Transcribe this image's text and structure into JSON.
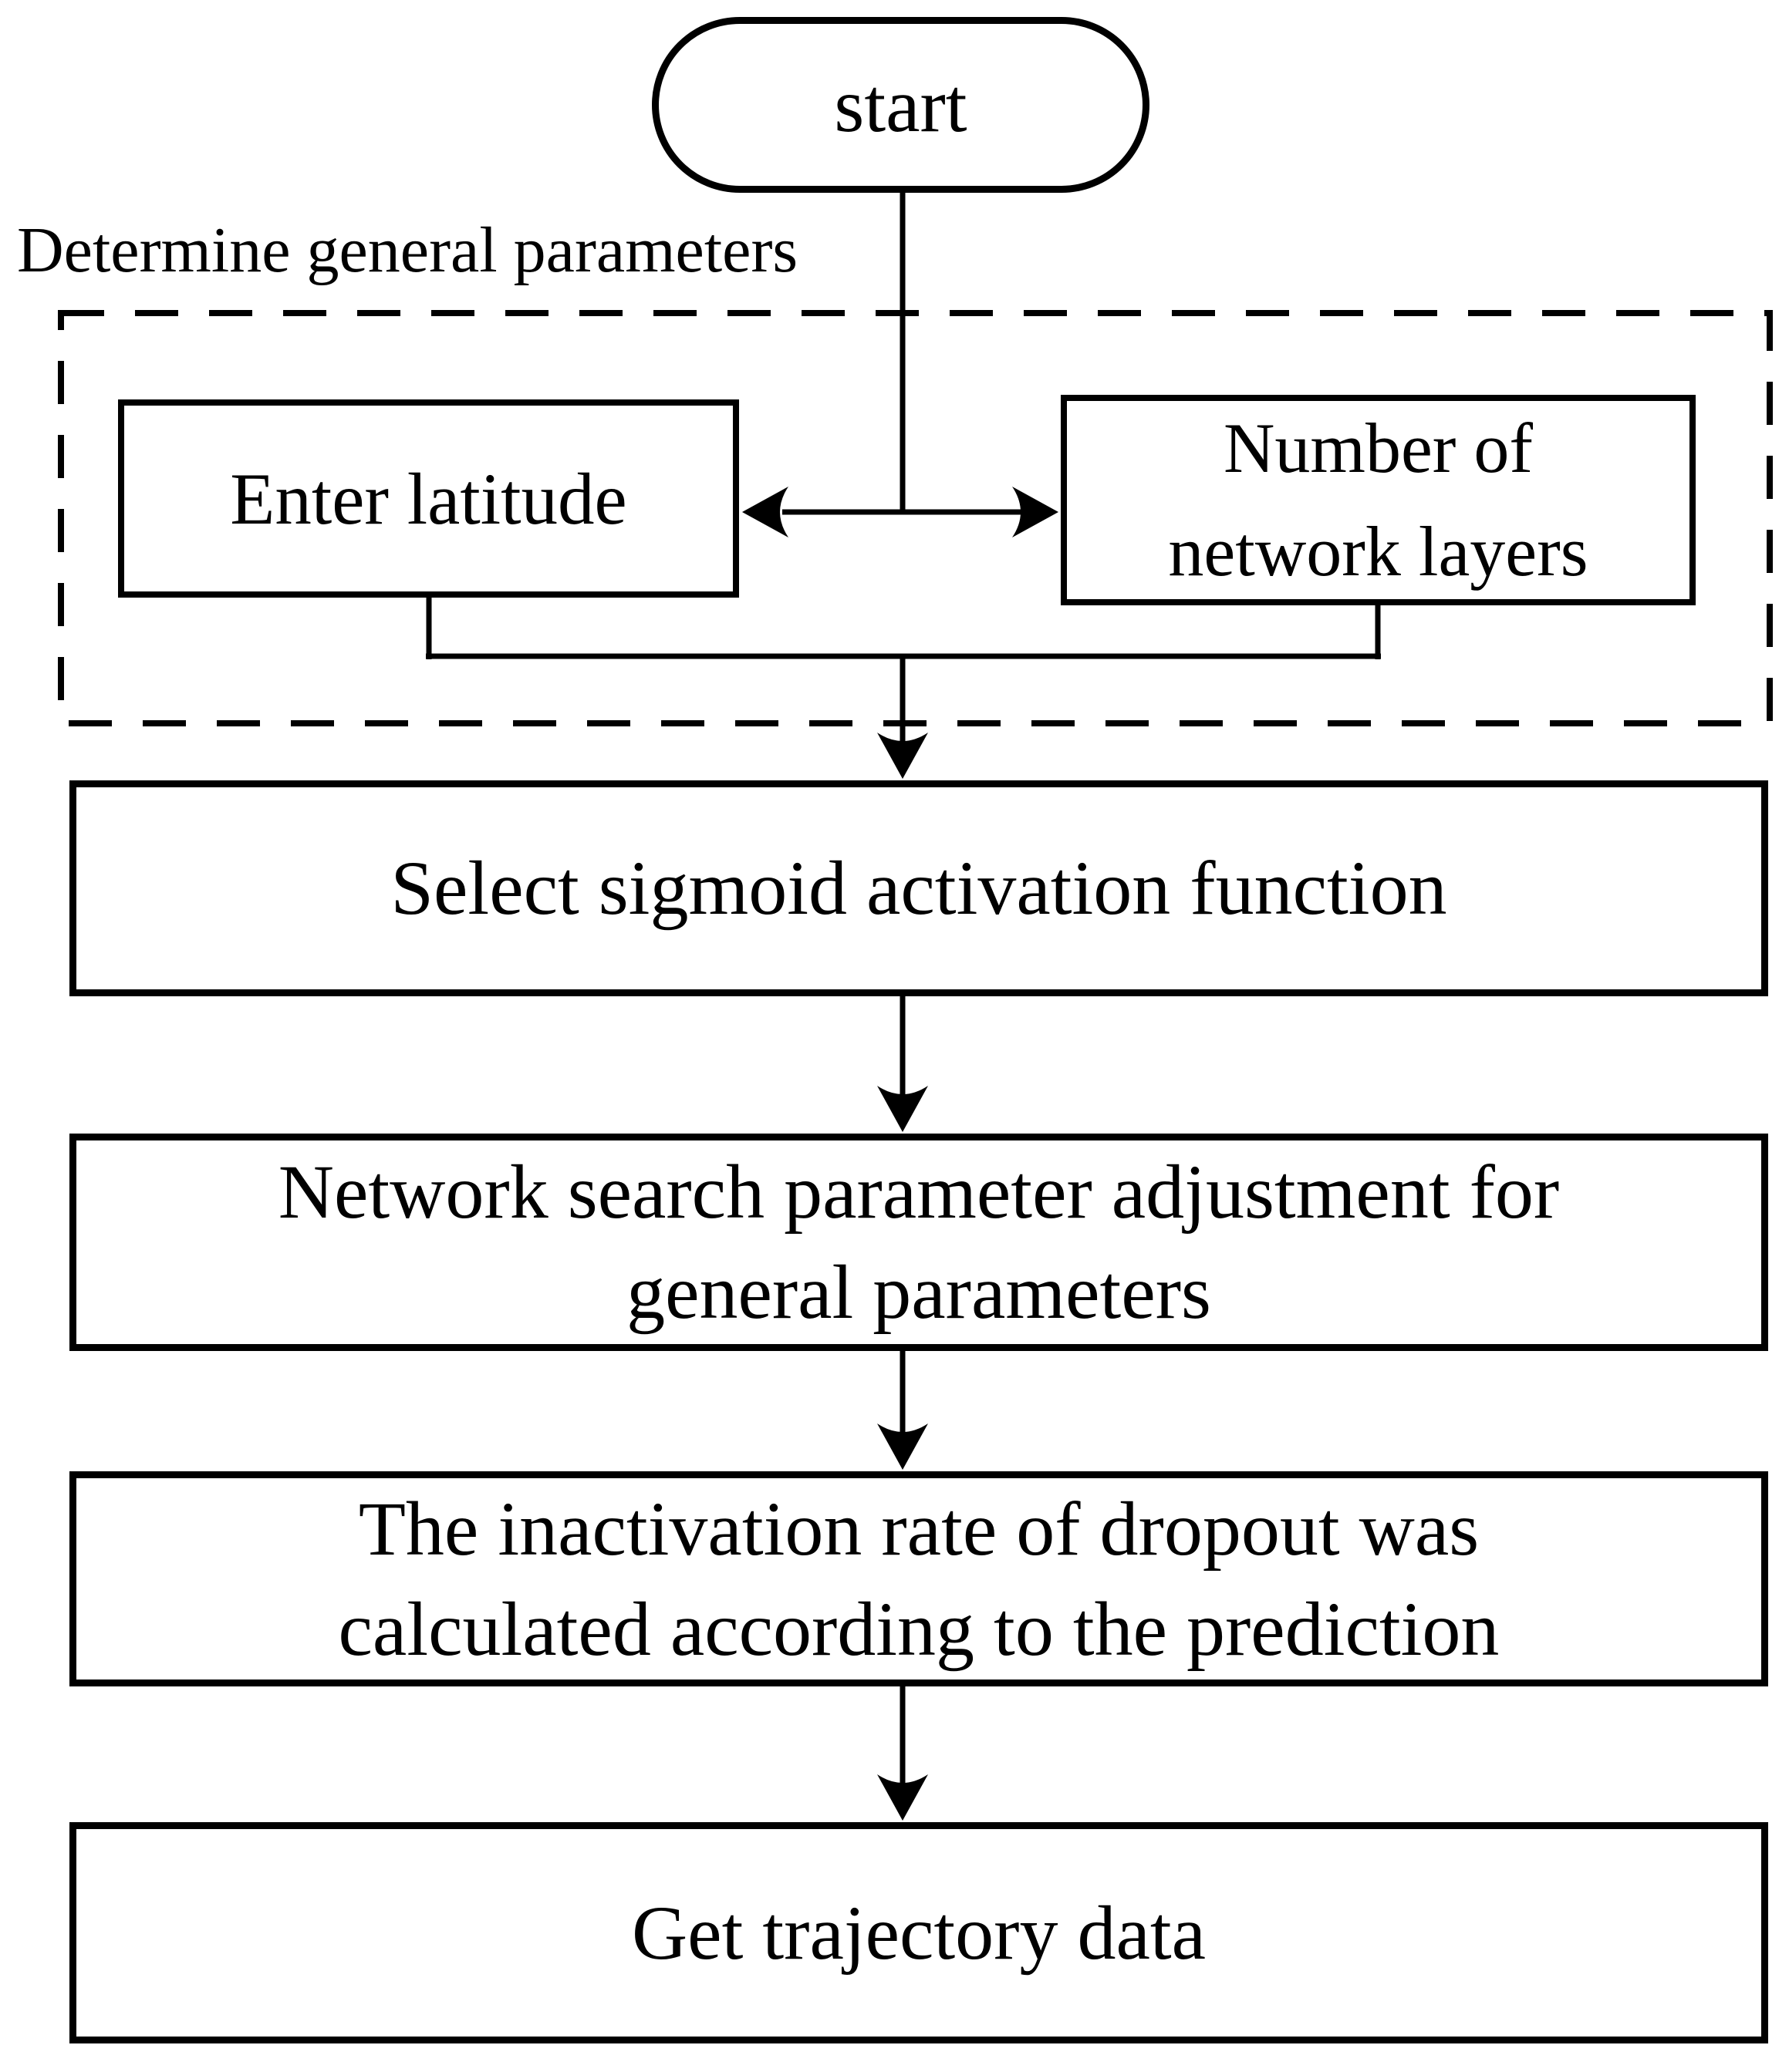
{
  "page": {
    "background_color": "#ffffff",
    "line_color": "#000000",
    "box_fill_color": "#ffffff"
  },
  "flowchart": {
    "group_label": "Determine general parameters",
    "start": {
      "label": "start",
      "shape": "terminator"
    },
    "enter_latitude": {
      "label": "Enter latitude"
    },
    "number_layers": {
      "lines": [
        "Number of",
        "network layers"
      ]
    },
    "select_sigmoid": {
      "label": "Select sigmoid activation function"
    },
    "network_search": {
      "lines": [
        "Network search parameter adjustment for",
        "general parameters"
      ]
    },
    "dropout_rate": {
      "lines": [
        "The inactivation rate of dropout was",
        "calculated according to the prediction"
      ]
    },
    "get_trajectory": {
      "label": "Get trajectory data"
    }
  }
}
